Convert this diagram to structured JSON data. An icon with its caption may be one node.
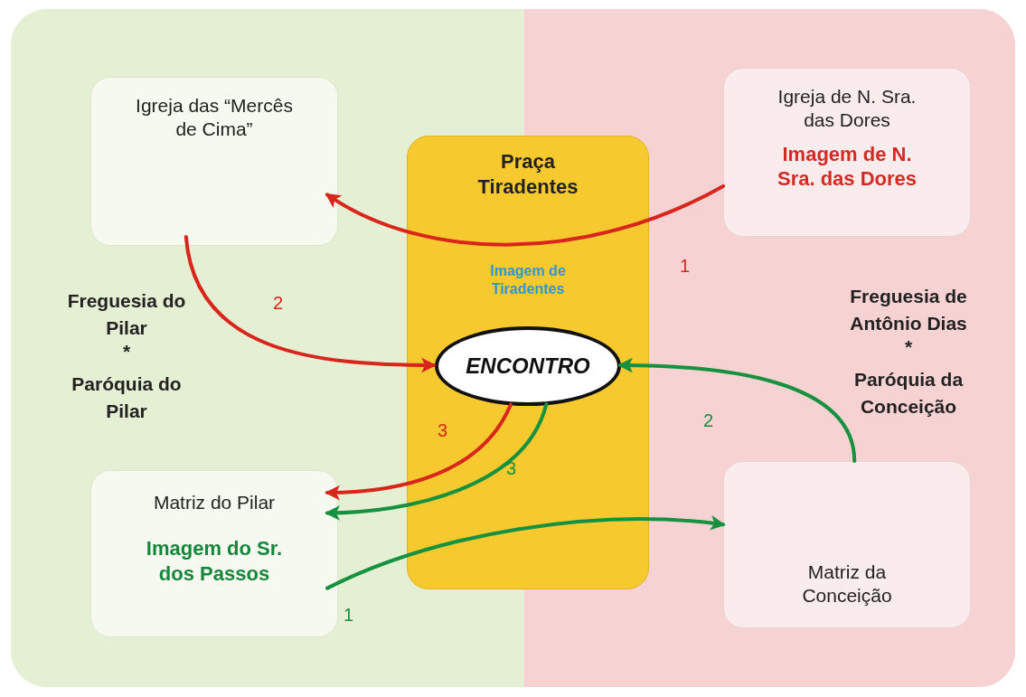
{
  "diagram": {
    "nodes": [
      {
        "text": [
          "Freguesia do Pilar",
          "*",
          "Paróquia do Pilar"
        ]
      },
      {
        "text": [
          "Freguesia de Antônio Dias",
          "*",
          "Paróquia da Conceição"
        ]
      },
      {
        "text": [
          "Igreja das “Mercês de Cima”"
        ],
        "in": 0
      },
      {
        "text": [
          "Igreja de N. Sra. das Dores",
          "Imagem de N. Sra. das Dores"
        ],
        "in": 1
      },
      {
        "text": [
          "Praça Tiradentes",
          "Imagem de Tiradentes"
        ]
      },
      {
        "text": [
          "ENCONTRO"
        ],
        "in": 4
      },
      {
        "text": [
          "Matriz do Pilar",
          "Imagem do Sr. dos Passos"
        ],
        "in": 0
      },
      {
        "text": [
          "Matriz da Conceição"
        ],
        "in": 1
      }
    ],
    "edges": [
      {
        "from": 3,
        "to": 2,
        "arrow": "to",
        "label": "1",
        "color": "#d9261c"
      },
      {
        "from": 2,
        "to": 5,
        "arrow": "to",
        "label": "2",
        "color": "#d9261c"
      },
      {
        "from": 5,
        "to": 6,
        "arrow": "to",
        "label": "3",
        "color": "#d9261c"
      },
      {
        "from": 6,
        "to": 7,
        "arrow": "to",
        "label": "1",
        "color": "#15913f"
      },
      {
        "from": 7,
        "to": 5,
        "arrow": "to",
        "label": "2",
        "color": "#15913f"
      },
      {
        "from": 5,
        "to": 6,
        "arrow": "to",
        "label": "3",
        "color": "#15913f"
      }
    ]
  }
}
